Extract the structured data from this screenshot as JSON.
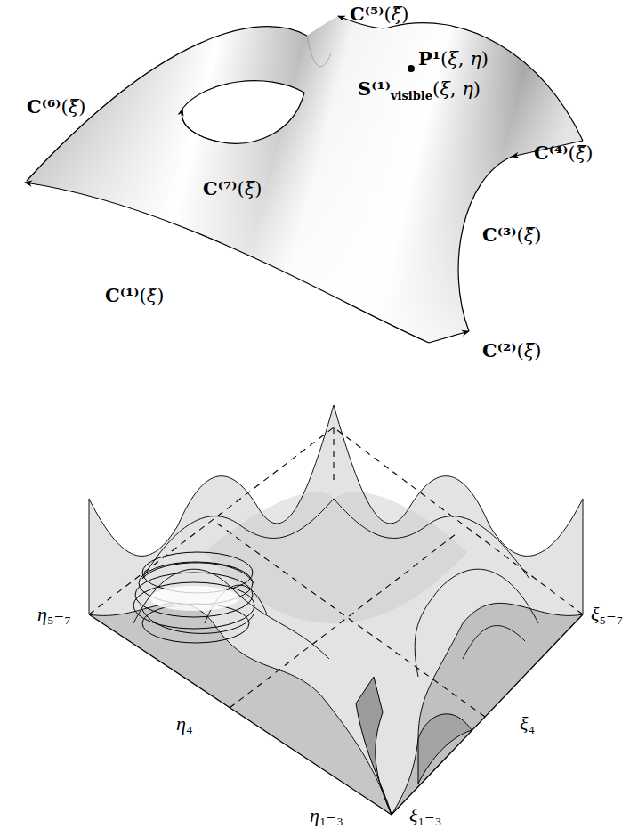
{
  "diagram": {
    "labels": [
      "C⁽⁵⁾(ξ̃)",
      "C⁽⁶⁾(ξ̃)",
      "P¹(ξ, η)",
      "S⁽¹⁾visible(ξ, η)",
      "C⁽⁴⁾(ξ̃)",
      "C⁽⁷⁾(ξ̃)",
      "C⁽³⁾(ξ̃)",
      "C⁽¹⁾(ξ̃)",
      "C⁽²⁾(ξ̃)",
      "η₅₋₇",
      "η₄",
      "η₁₋₃",
      "ξ₁₋₃",
      "ξ₄",
      "ξ₅₋₇"
    ]
  }
}
